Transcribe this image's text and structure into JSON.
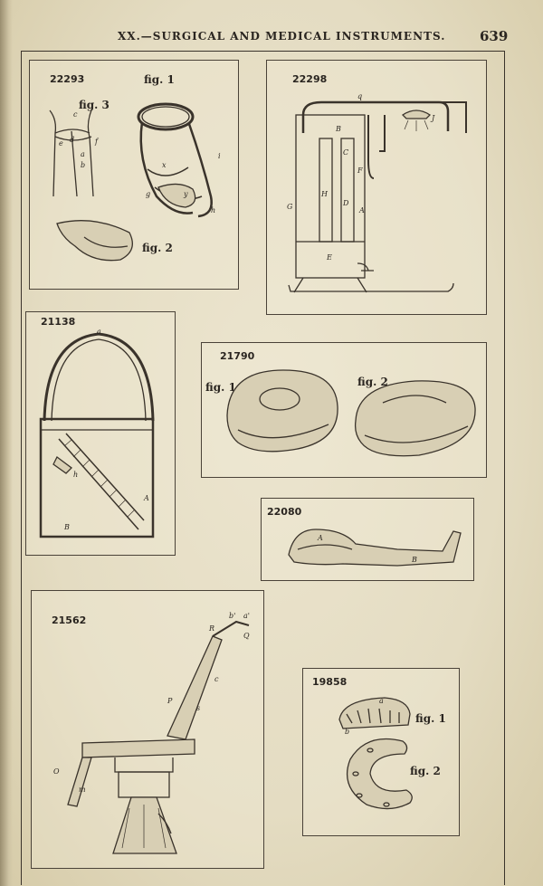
{
  "header": {
    "title": "XX.—SURGICAL AND MEDICAL INSTRUMENTS.",
    "page_number": "639"
  },
  "plates": [
    {
      "number": "22293",
      "figures": [
        "fig. 1",
        "fig. 2",
        "fig. 3"
      ]
    },
    {
      "number": "22298",
      "figures": []
    },
    {
      "number": "21138",
      "figures": []
    },
    {
      "number": "21790",
      "figures": [
        "fig. 1",
        "fig. 2"
      ]
    },
    {
      "number": "22080",
      "figures": []
    },
    {
      "number": "21562",
      "figures": []
    },
    {
      "number": "19858",
      "figures": [
        "fig. 1",
        "fig. 2"
      ]
    }
  ],
  "letters": {
    "p22293": [
      "c",
      "d",
      "e",
      "f",
      "a",
      "b",
      "x",
      "y",
      "g",
      "h",
      "i"
    ],
    "p22298": [
      "q",
      "B",
      "C",
      "F",
      "J",
      "G",
      "H",
      "D",
      "A",
      "E"
    ],
    "p21138": [
      "a",
      "h",
      "A",
      "B"
    ],
    "p22080": [
      "A",
      "B"
    ],
    "p21562": [
      "b'",
      "a'",
      "R",
      "Q",
      "c",
      "P",
      "s",
      "O",
      "m"
    ],
    "p19858": [
      "a",
      "b"
    ]
  }
}
